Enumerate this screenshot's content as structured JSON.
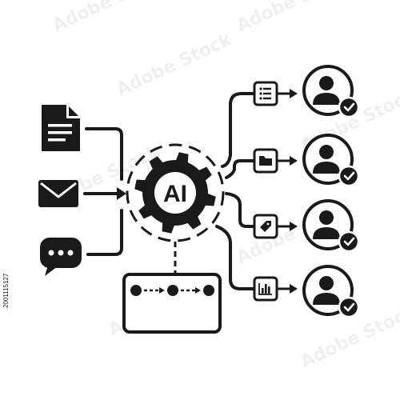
{
  "hub": {
    "label": "AI"
  },
  "stock_id": "2001115127",
  "watermark": {
    "text": "Adobe Stock",
    "color": "#eeeeee"
  },
  "colors": {
    "ink": "#1a1a1a",
    "paper": "#ffffff"
  },
  "inputs": [
    {
      "icon": "document-icon"
    },
    {
      "icon": "envelope-icon"
    },
    {
      "icon": "chat-bubble-icon"
    }
  ],
  "outputs": [
    {
      "icon": "list-icon",
      "target": "user-check-icon"
    },
    {
      "icon": "folder-icon",
      "target": "user-check-icon"
    },
    {
      "icon": "tag-icon",
      "target": "user-check-icon"
    },
    {
      "icon": "bar-chart-icon",
      "target": "user-check-icon"
    }
  ],
  "pipeline": {
    "icon": "process-flow-icon"
  }
}
